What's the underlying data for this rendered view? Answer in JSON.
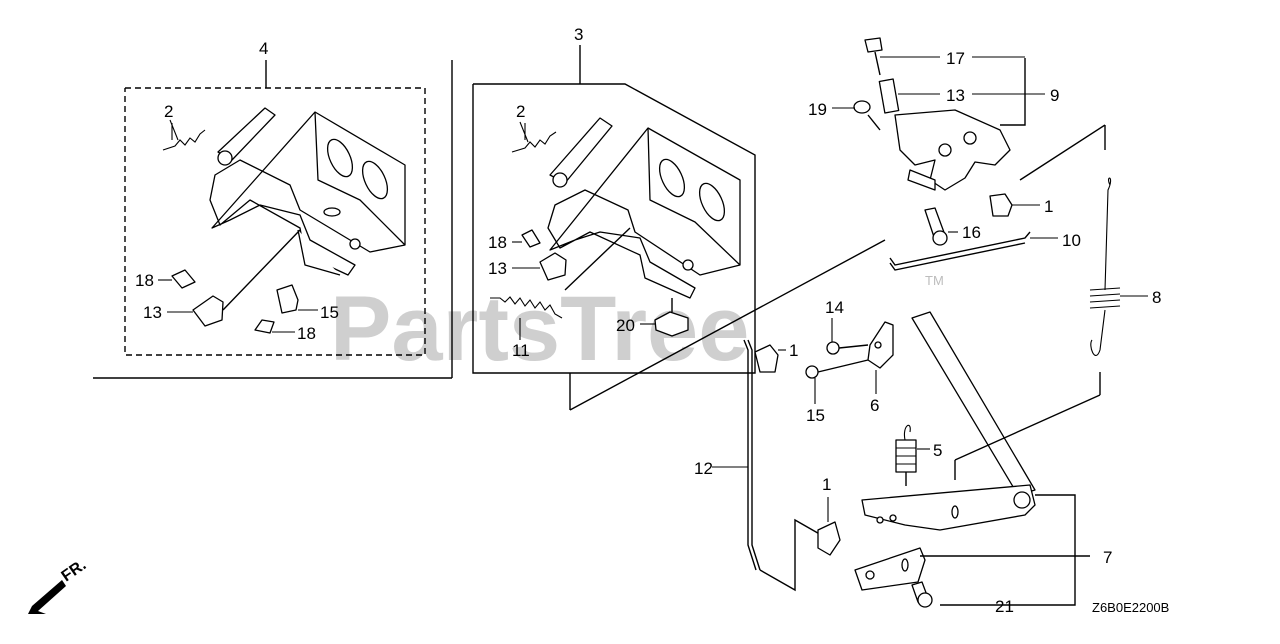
{
  "diagram": {
    "watermark": "PartsTree",
    "trademark": "TM",
    "code": "Z6B0E2200B",
    "direction_label": "FR.",
    "callouts": [
      "1",
      "1",
      "1",
      "2",
      "2",
      "3",
      "4",
      "5",
      "6",
      "7",
      "8",
      "9",
      "10",
      "11",
      "12",
      "13",
      "13",
      "13",
      "14",
      "15",
      "15",
      "16",
      "17",
      "18",
      "18",
      "18",
      "19",
      "20",
      "21"
    ]
  }
}
